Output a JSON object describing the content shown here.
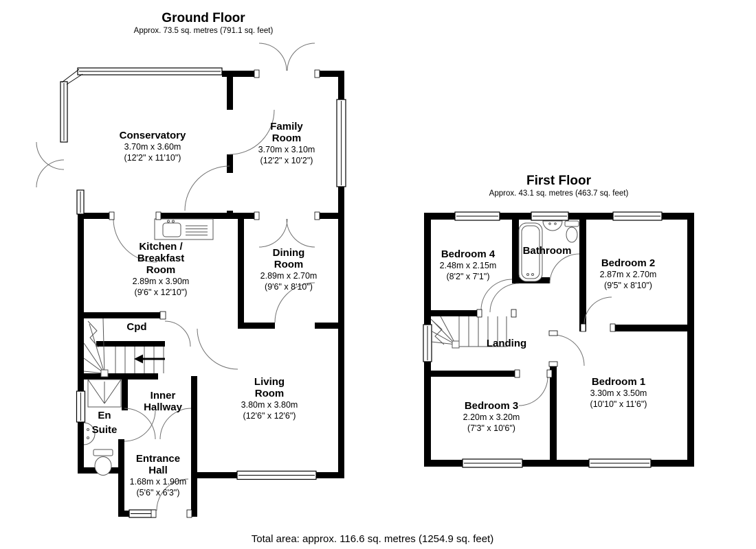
{
  "page": {
    "wall_color": "#000000",
    "door_line_color": "#707070",
    "fixture_line_color": "#555555",
    "background": "#ffffff",
    "total_area": "Total area: approx. 116.6 sq. metres (1254.9 sq. feet)"
  },
  "ground_floor": {
    "title": "Ground Floor",
    "subtitle": "Approx. 73.5 sq. metres (791.1 sq. feet)",
    "rooms": {
      "conservatory": {
        "name": "Conservatory",
        "metric": "3.70m x 3.60m",
        "imperial": "(12'2\" x 11'10\")"
      },
      "family_room": {
        "name1": "Family",
        "name2": "Room",
        "metric": "3.70m x 3.10m",
        "imperial": "(12'2\" x 10'2\")"
      },
      "kitchen": {
        "name1": "Kitchen /",
        "name2": "Breakfast",
        "name3": "Room",
        "metric": "2.89m x 3.90m",
        "imperial": "(9'6\" x 12'10\")"
      },
      "dining_room": {
        "name1": "Dining",
        "name2": "Room",
        "metric": "2.89m x 2.70m",
        "imperial": "(9'6\" x 8'10\")"
      },
      "cpd": {
        "name": "Cpd"
      },
      "inner_hallway": {
        "name1": "Inner",
        "name2": "Hallway"
      },
      "en_suite": {
        "name1": "En",
        "name2": "Suite"
      },
      "living_room": {
        "name1": "Living",
        "name2": "Room",
        "metric": "3.80m x 3.80m",
        "imperial": "(12'6\" x 12'6\")"
      },
      "entrance_hall": {
        "name1": "Entrance",
        "name2": "Hall",
        "metric": "1.68m x 1.90m",
        "imperial": "(5'6\" x 6'3\")"
      }
    }
  },
  "first_floor": {
    "title": "First Floor",
    "subtitle": "Approx. 43.1 sq. metres (463.7 sq. feet)",
    "rooms": {
      "bedroom4": {
        "name": "Bedroom 4",
        "metric": "2.48m x 2.15m",
        "imperial": "(8'2\" x 7'1\")"
      },
      "bathroom": {
        "name": "Bathroom"
      },
      "bedroom2": {
        "name": "Bedroom 2",
        "metric": "2.87m x 2.70m",
        "imperial": "(9'5\" x 8'10\")"
      },
      "landing": {
        "name": "Landing"
      },
      "bedroom3": {
        "name": "Bedroom 3",
        "metric": "2.20m x 3.20m",
        "imperial": "(7'3\" x 10'6\")"
      },
      "bedroom1": {
        "name": "Bedroom 1",
        "metric": "3.30m x 3.50m",
        "imperial": "(10'10\" x 11'6\")"
      }
    }
  }
}
